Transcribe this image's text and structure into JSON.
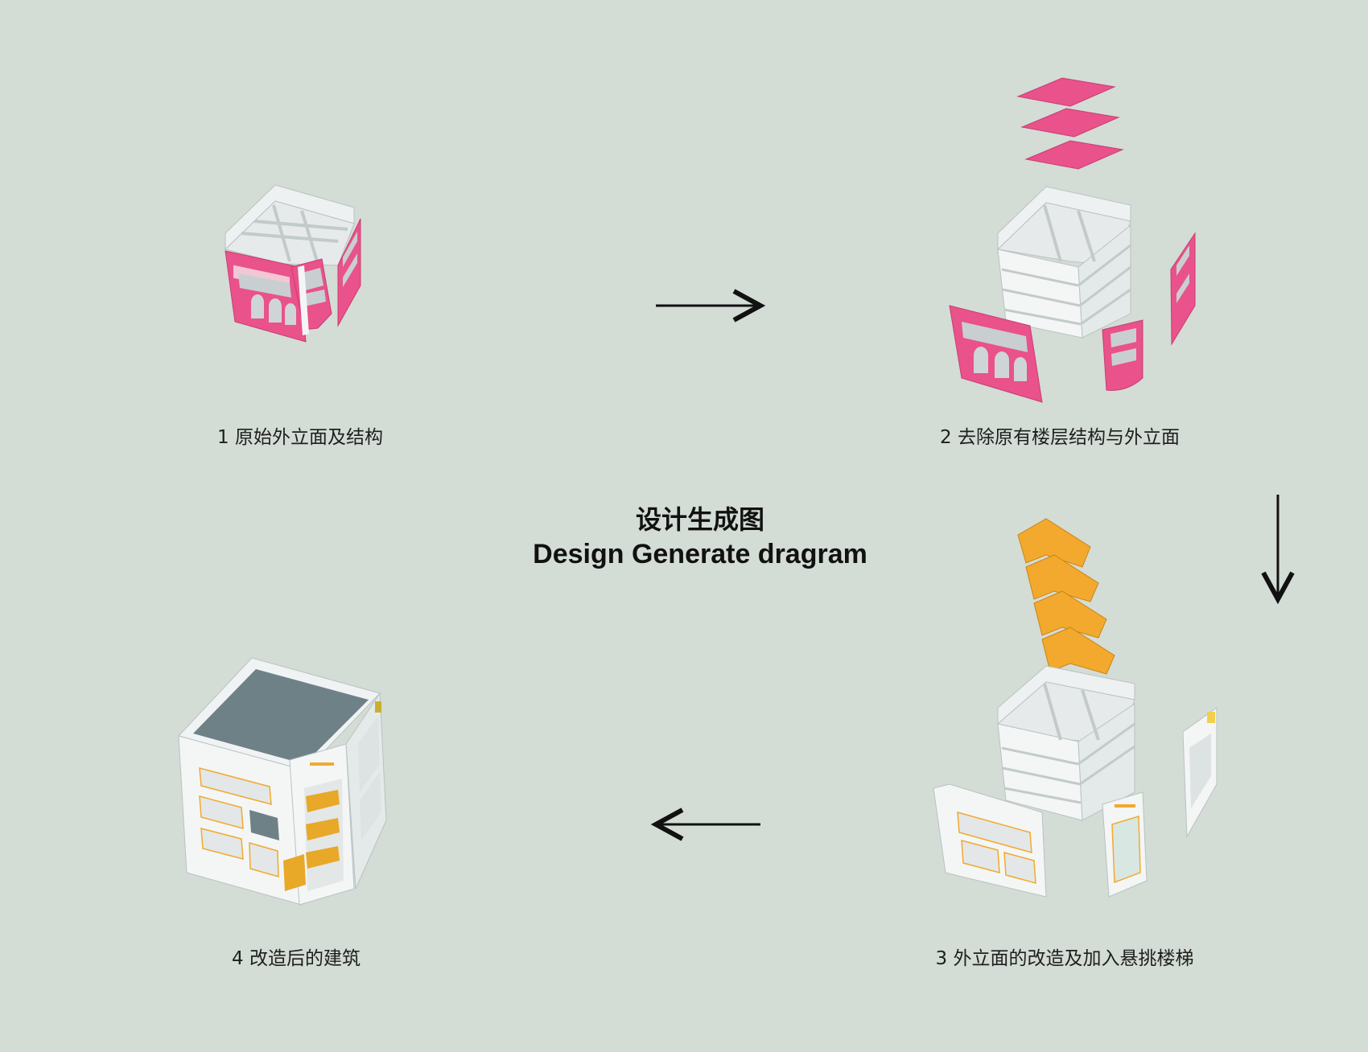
{
  "title": {
    "zh": "设计生成图",
    "en": "Design Generate dragram"
  },
  "steps": [
    {
      "label": "1 原始外立面及结构"
    },
    {
      "label": "2 去除原有楼层结构与外立面"
    },
    {
      "label": "3 外立面的改造及加入悬挑楼梯"
    },
    {
      "label": "4 改造后的建筑"
    }
  ],
  "colors": {
    "background": "#d4dcd6",
    "facade_pink": "#e9528a",
    "stair_orange": "#f2a92e",
    "structure_white": "#f4f6f6",
    "roof_grey": "#6e8187",
    "arrow": "#111111"
  },
  "arrows": [
    "right",
    "down",
    "left"
  ]
}
